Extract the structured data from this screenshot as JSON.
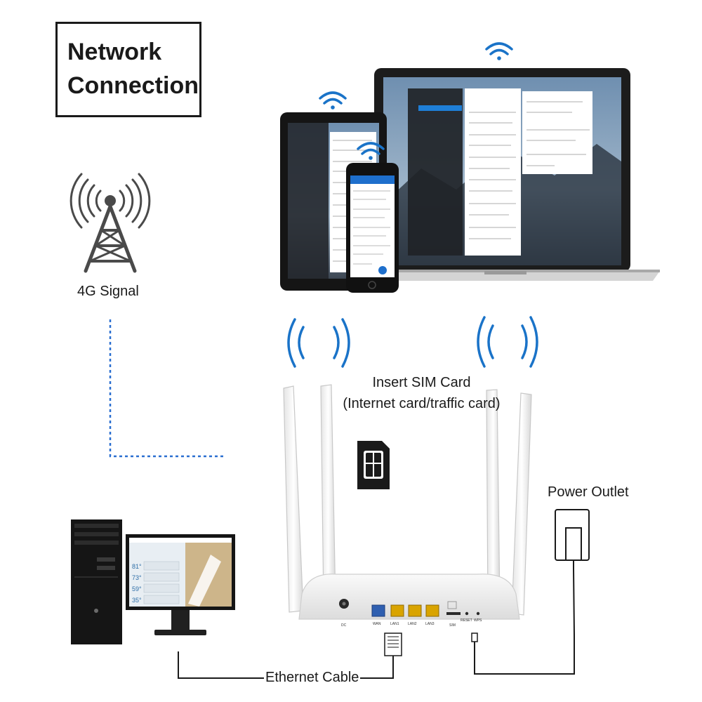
{
  "title": {
    "line1": "Network",
    "line2": "Connection"
  },
  "labels": {
    "signal": "4G Signal",
    "sim_line1": "Insert SIM Card",
    "sim_line2": "(Internet card/traffic card)",
    "power": "Power Outlet",
    "ethernet": "Ethernet Cable"
  },
  "router_ports": {
    "dc": "DC",
    "wan": "WAN",
    "lan1": "LAN1",
    "lan2": "LAN2",
    "lan3": "LAN3",
    "sim": "SIM",
    "reset": "RESET",
    "wps": "WPS"
  },
  "monitor_temps": [
    "81°",
    "73°",
    "59°",
    "35°"
  ],
  "colors": {
    "wifi_blue": "#1a73c8",
    "dashed_line": "#2a6fd0",
    "ethernet_port_blue": "#2f5fb0",
    "lan_port_yellow": "#d9a400",
    "router_white": "#f2f2f2",
    "tower_gray": "#4a4a4a"
  }
}
